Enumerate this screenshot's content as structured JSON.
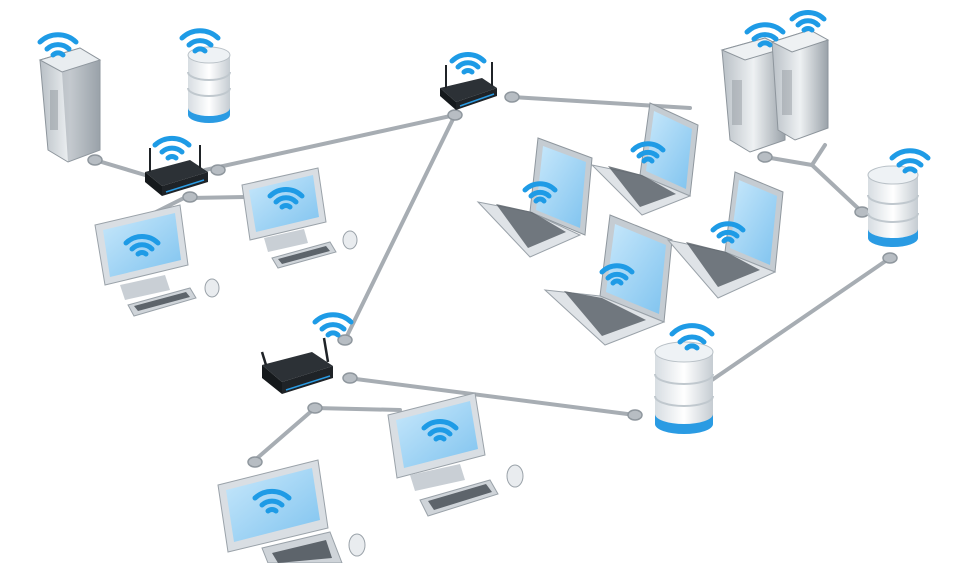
{
  "scene": {
    "description_icons": {
      "wifi": "wifi-icon",
      "router": "router-icon",
      "server": "server-icon",
      "database": "database-icon",
      "laptop": "laptop-icon",
      "desktop": "desktop-computer-icon"
    },
    "colors": {
      "background": "#ffffff",
      "wifi_blue": "#1e9be6",
      "cable_gray": "#a7adb3",
      "node_gray": "#9aa2a9",
      "screen_blue": "#9fd4f5",
      "device_silver": "#d9dee3",
      "router_black": "#1f2327",
      "db_blue_ring": "#2a9be3"
    },
    "counts": {
      "routers": 3,
      "servers": 3,
      "databases": 3,
      "desktops": 4,
      "laptops": 4
    }
  }
}
